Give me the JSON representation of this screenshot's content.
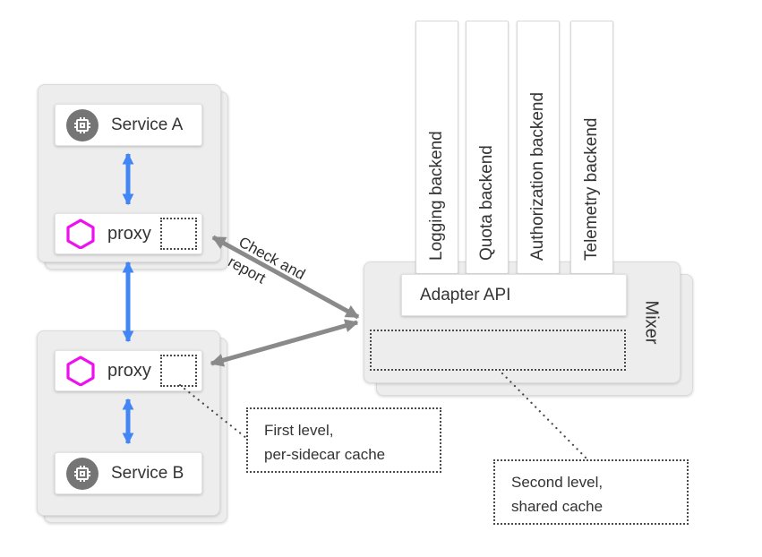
{
  "nodes": {
    "service_a": "Service A",
    "service_b": "Service B",
    "proxy_a": "proxy",
    "proxy_b": "proxy",
    "adapter_api": "Adapter API",
    "mixer": "Mixer"
  },
  "backends": [
    "Logging backend",
    "Quota backend",
    "Authorization backend",
    "Telemetry backend"
  ],
  "annotations": {
    "check_report": [
      "Check and",
      "report"
    ],
    "first_level_cache": [
      "First level,",
      "per-sidecar cache"
    ],
    "second_level_cache": [
      "Second level,",
      "shared cache"
    ]
  },
  "icons": {
    "service_icon": "chip-icon",
    "proxy_icon": "hexagon-icon"
  },
  "colors": {
    "arrow_blue": "#4285F4",
    "arrow_gray": "#8A8A8A",
    "proxy_magenta": "#EE10EE",
    "service_icon_gray": "#757575",
    "card_gray": "#EDEDED"
  }
}
